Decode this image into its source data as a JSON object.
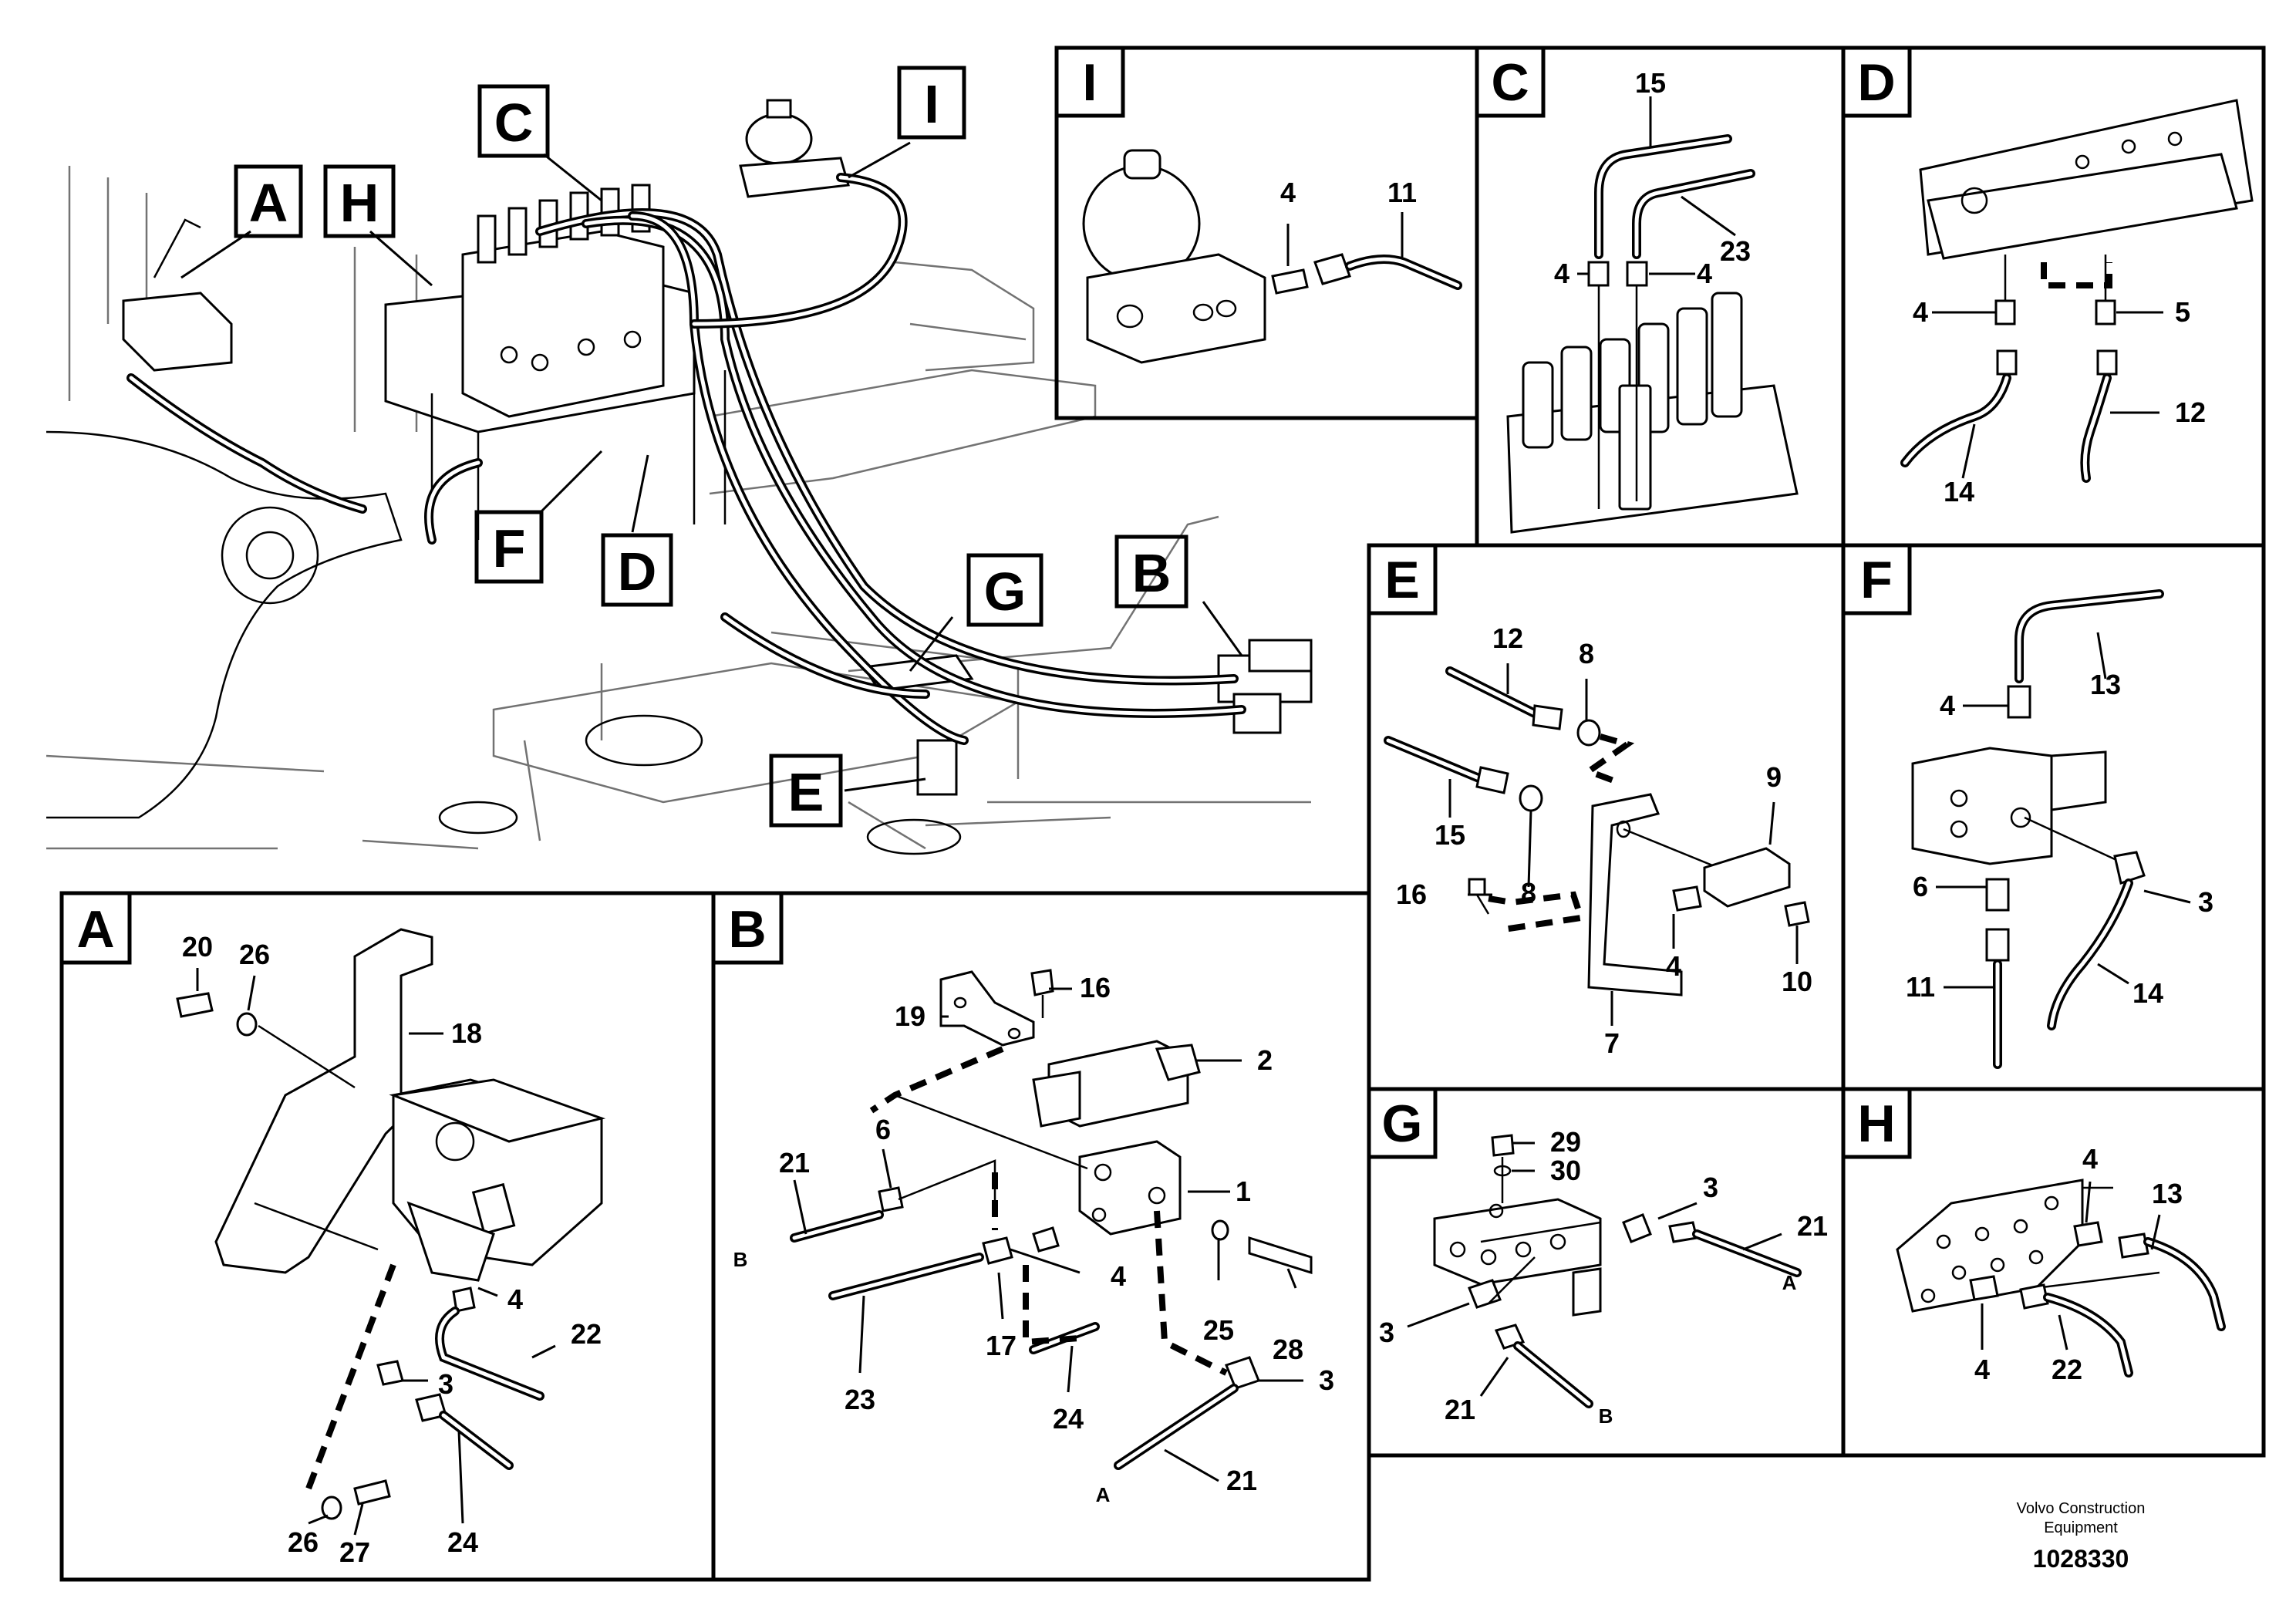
{
  "overview": {
    "callouts": [
      "A",
      "H",
      "C",
      "I",
      "F",
      "D",
      "G",
      "B",
      "E"
    ]
  },
  "views": {
    "I": {
      "letter": "I",
      "parts": [
        "4",
        "11"
      ]
    },
    "C": {
      "letter": "C",
      "parts": [
        "15",
        "4",
        "4",
        "23"
      ]
    },
    "D": {
      "letter": "D",
      "parts": [
        "4",
        "5",
        "12",
        "14"
      ]
    },
    "E": {
      "letter": "E",
      "parts": [
        "12",
        "8",
        "9",
        "15",
        "16",
        "8",
        "4",
        "10",
        "7"
      ]
    },
    "F": {
      "letter": "F",
      "parts": [
        "13",
        "4",
        "6",
        "3",
        "11",
        "14"
      ]
    },
    "G": {
      "letter": "G",
      "parts": [
        "29",
        "30",
        "3",
        "21",
        "A",
        "3",
        "21",
        "B"
      ]
    },
    "H": {
      "letter": "H",
      "parts": [
        "4",
        "13",
        "4",
        "22"
      ]
    },
    "A": {
      "letter": "A",
      "parts": [
        "20",
        "26",
        "18",
        "4",
        "22",
        "3",
        "26",
        "27",
        "24"
      ]
    },
    "B": {
      "letter": "B",
      "parts": [
        "16",
        "19",
        "2",
        "6",
        "21",
        "B",
        "1",
        "4",
        "25",
        "28",
        "17",
        "23",
        "24",
        "3",
        "A",
        "21"
      ]
    }
  },
  "footer": {
    "company_line1": "Volvo Construction",
    "company_line2": "Equipment",
    "drawing_number": "1028330"
  }
}
